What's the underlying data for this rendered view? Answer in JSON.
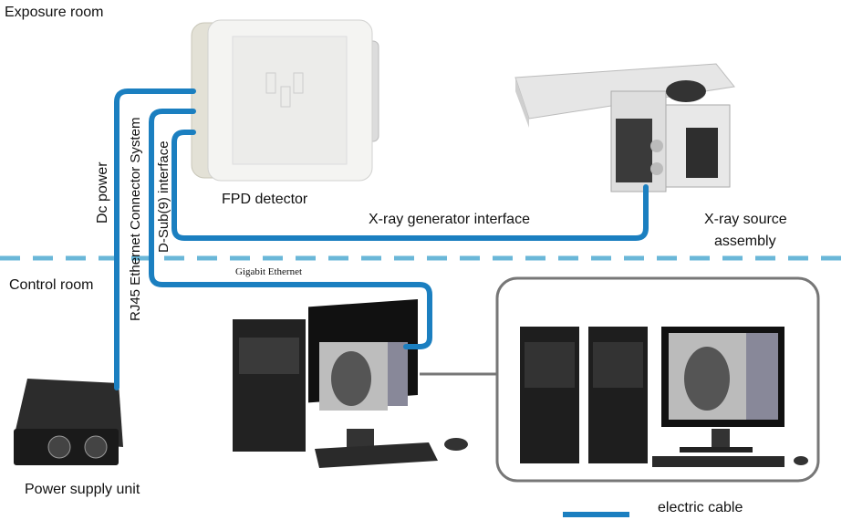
{
  "zones": {
    "exposure": "Exposure room",
    "control": "Control room"
  },
  "devices": {
    "detector": "FPD detector",
    "source_line1": "X-ray source",
    "source_line2": "assembly",
    "power": "Power supply unit"
  },
  "cables": {
    "dc": "Dc power",
    "rj45": "RJ45 Ethernet Connector System",
    "dsub": "D-Sub(9) interface",
    "generator": "X-ray generator interface",
    "gigabit": "Gigabit Ethernet"
  },
  "legend": {
    "label": "electric cable",
    "color": "#1b7fc0"
  },
  "colors": {
    "cable": "#1b7fc0",
    "divider": "#6ab7d8",
    "frame": "#777777"
  }
}
